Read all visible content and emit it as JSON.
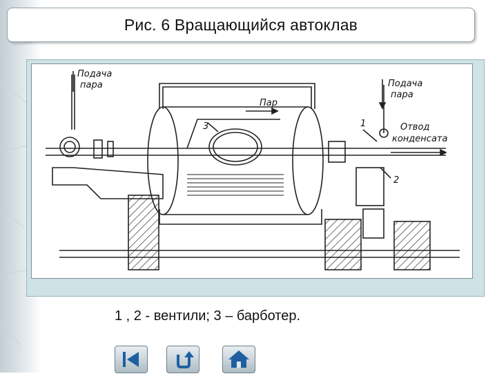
{
  "slide": {
    "title": "Рис. 6 Вращающийся автоклав",
    "caption": "1 , 2 - вентили; 3 – барботер."
  },
  "diagram": {
    "labels": {
      "steam_supply_left": [
        "Подача",
        "пара"
      ],
      "steam_supply_right": [
        "Подача",
        "пара"
      ],
      "steam": "Пар",
      "condensate_outlet": [
        "Отвод",
        "конденсата"
      ],
      "num_1": "1",
      "num_2": "2",
      "num_3": "3"
    }
  },
  "navigation": {
    "buttons": [
      {
        "icon": "first-slide-icon"
      },
      {
        "icon": "return-icon"
      },
      {
        "icon": "home-icon"
      }
    ]
  },
  "colors": {
    "frame": "#cfe2e6",
    "nav_icon": "#1f5fa0"
  }
}
